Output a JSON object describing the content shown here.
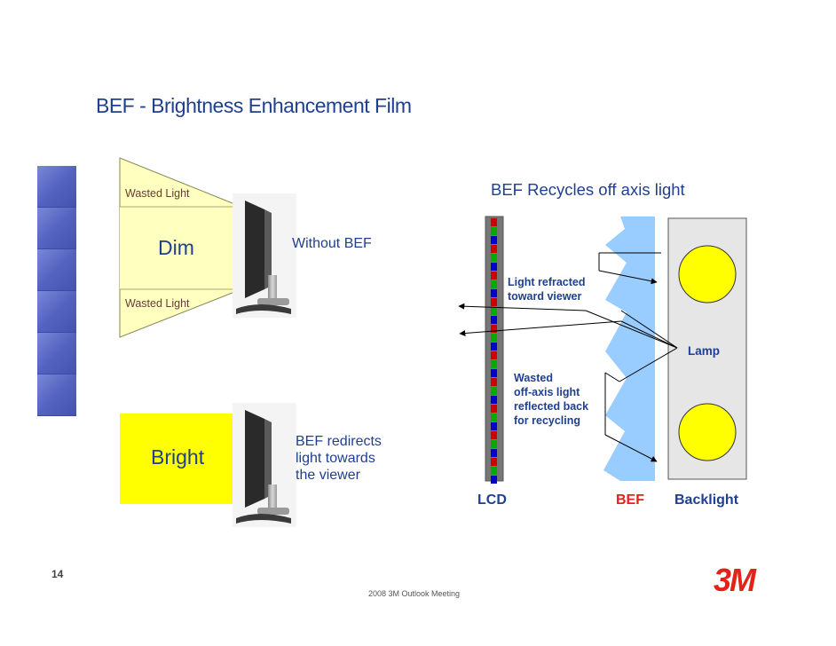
{
  "slide": {
    "title": "BEF - Brightness Enhancement Film",
    "page_number": "14",
    "footer": "2008 3M Outlook Meeting",
    "logo_text": "3M"
  },
  "left_panel": {
    "wasted_light_top": "Wasted Light",
    "dim_label": "Dim",
    "wasted_light_bottom": "Wasted Light",
    "without_bef_caption": "Without BEF",
    "bright_label": "Bright",
    "with_bef_caption": [
      "BEF redirects",
      "light towards",
      "the viewer"
    ]
  },
  "right_panel": {
    "title": "BEF Recycles off axis light",
    "refracted_callout": [
      "Light refracted",
      "toward viewer"
    ],
    "wasted_callout": [
      "Wasted",
      "off-axis light",
      "reflected back",
      "for recycling"
    ],
    "lamp_label": "Lamp",
    "lcd_label": "LCD",
    "bef_label": "BEF",
    "backlight_label": "Backlight"
  },
  "colors": {
    "title_blue": "#1f3f8f",
    "light_yellow": "#ffffc0",
    "bright_yellow": "#ffff00",
    "bef_blue": "#99ccff",
    "backlight_gray": "#e6e6e6",
    "lamp_yellow": "#ffff00",
    "bef_red": "#e2231a",
    "logo_red": "#e2231a"
  },
  "icons": [
    "monitor-icon",
    "lamp-icon",
    "arrow-icon",
    "3m-logo"
  ]
}
